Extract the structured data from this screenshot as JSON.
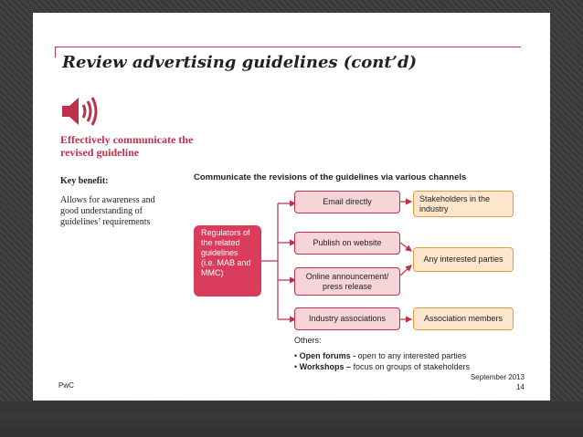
{
  "title": "Review advertising guidelines (cont’d)",
  "subtitle": "Effectively communicate the revised guideline",
  "key_benefit": {
    "heading": "Key benefit:",
    "text": "Allows for awareness and good understanding of guidelines’ requirements"
  },
  "diagram": {
    "heading": "Communicate the revisions of the guidelines via various channels",
    "source": "Regulators of the related guidelines (i.e. MAB and MMC)",
    "channels": [
      "Email directly",
      "Publish on website",
      "Online announcement/ press release",
      "Industry associations"
    ],
    "audiences": [
      "Stakeholders in the industry",
      "Any interested parties",
      "Association members"
    ]
  },
  "others": {
    "label": "Others:",
    "items": [
      {
        "bold": "Open forums -",
        "text": " open to any interested parties"
      },
      {
        "bold": "Workshops –",
        "text": " focus on groups of stakeholders"
      }
    ]
  },
  "footer": {
    "brand": "PwC",
    "date": "September 2013",
    "page": "14"
  },
  "colors": {
    "accent": "#c0304a",
    "source_box": "#d93d5b",
    "channel_fill": "#f6d4d8",
    "audience_fill": "#fde6cc",
    "audience_border": "#e99a41"
  },
  "icons": {
    "sound": "speaker-icon"
  }
}
